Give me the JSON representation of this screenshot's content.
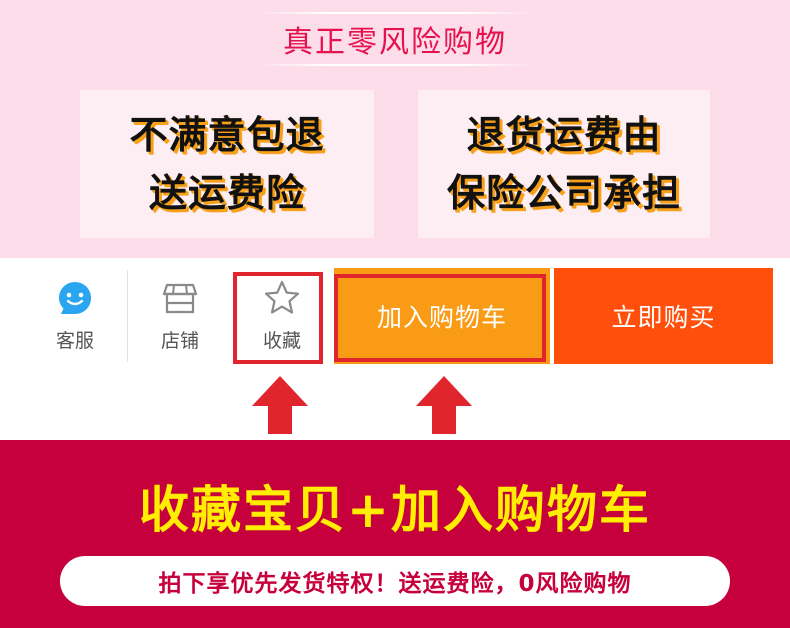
{
  "promo": {
    "headline": "真正零风险购物",
    "cards": [
      {
        "line1": "不满意包退",
        "line2": "送运费险"
      },
      {
        "line1": "退货运费由",
        "line2": "保险公司承担"
      }
    ]
  },
  "action_bar": {
    "service_label": "客服",
    "shop_label": "店铺",
    "favorite_label": "收藏",
    "add_to_cart_label": "加入购物车",
    "buy_now_label": "立即购买"
  },
  "banner": {
    "title": "收藏宝贝+加入购物车",
    "subtitle": "拍下享优先发货特权！送运费险，0风险购物"
  },
  "colors": {
    "pink_bg": "#fcdde9",
    "headline": "#e5124f",
    "cart_button": "#f99b14",
    "buy_button": "#ff4f0a",
    "highlight_frame": "#e0262c",
    "banner_bg": "#c6003c",
    "banner_title": "#ffee00"
  },
  "icons": {
    "service": "chat-bubble-smiley-icon",
    "shop": "storefront-icon",
    "favorite": "star-outline-icon",
    "pointer": "arrow-up-icon"
  }
}
